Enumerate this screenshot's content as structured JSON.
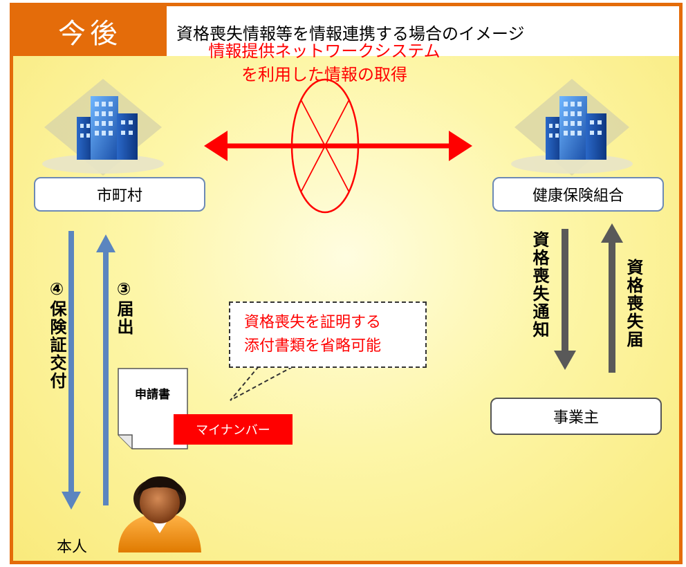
{
  "tab_label": "今後",
  "title": "資格喪失情報等を情報連携する場合のイメージ",
  "network_label": {
    "line1": "情報提供ネットワークシステム",
    "line2": "を利用した情報の取得"
  },
  "nodes": {
    "municipality": "市町村",
    "insurer": "健康保険組合",
    "employer": "事業主",
    "person": "本人"
  },
  "flows": {
    "step3": "③届出",
    "step4": "④保険証交付",
    "loss_notice": "資格喪失通知",
    "loss_report": "資格喪失届"
  },
  "callout": {
    "line1": "資格喪失を証明する",
    "line2": "添付書類を省略可能"
  },
  "document_label": "申請書",
  "mynumber_label": "マイナンバー",
  "colors": {
    "tab": "#E46C0A",
    "red": "#FF0000",
    "blue_arrow": "#5B85BF",
    "gray_arrow": "#595959"
  }
}
